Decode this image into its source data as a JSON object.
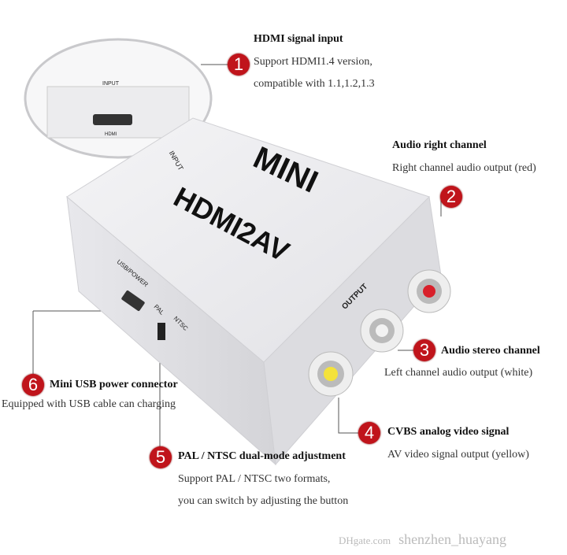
{
  "device": {
    "label_mini": "MINI",
    "label_model": "HDMI2AV",
    "label_output": "OUTPUT",
    "label_input": "INPUT",
    "label_usb": "USB/POWER",
    "label_pal": "PAL",
    "label_ntsc": "NTSC",
    "inset_input": "INPUT",
    "inset_hdmi": "HDMI"
  },
  "callouts": [
    {
      "number": "1",
      "title": "HDMI signal input",
      "lines": [
        "Support HDMI1.4 version,",
        "compatible with 1.1,1.2,1.3"
      ]
    },
    {
      "number": "2",
      "title": "Audio right channel",
      "lines": [
        "Right channel audio output (red)"
      ]
    },
    {
      "number": "3",
      "title": "Audio stereo channel",
      "lines": [
        "Left channel audio output (white)"
      ]
    },
    {
      "number": "4",
      "title": "CVBS analog video signal",
      "lines": [
        "AV video signal output (yellow)"
      ]
    },
    {
      "number": "5",
      "title": "PAL / NTSC dual-mode adjustment",
      "lines": [
        "Support PAL / NTSC two formats,",
        "you can switch by adjusting the button"
      ]
    },
    {
      "number": "6",
      "title": "Mini USB power connector",
      "lines": [
        "Equipped with USB cable can charging"
      ]
    }
  ],
  "watermark": {
    "logo": "DHgate.com",
    "seller": "shenzhen_huayang"
  },
  "colors": {
    "badge": "#c0141b",
    "jack_red": "#d8202a",
    "jack_white": "#f2f2f2",
    "jack_yellow": "#f4e23a"
  }
}
